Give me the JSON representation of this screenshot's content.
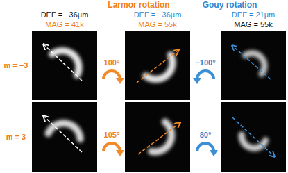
{
  "diagram": {
    "labels": [
      "Larmor rotation",
      "Gouy rotation",
      "DEF = −36μm",
      "MAG = 41k",
      "DEF = −36μm",
      "MAG = 55k",
      "DEF = 21μm",
      "MAG = 55k",
      "m = −3",
      "m = 3",
      "100°",
      "−100°",
      "105°",
      "80°"
    ]
  }
}
